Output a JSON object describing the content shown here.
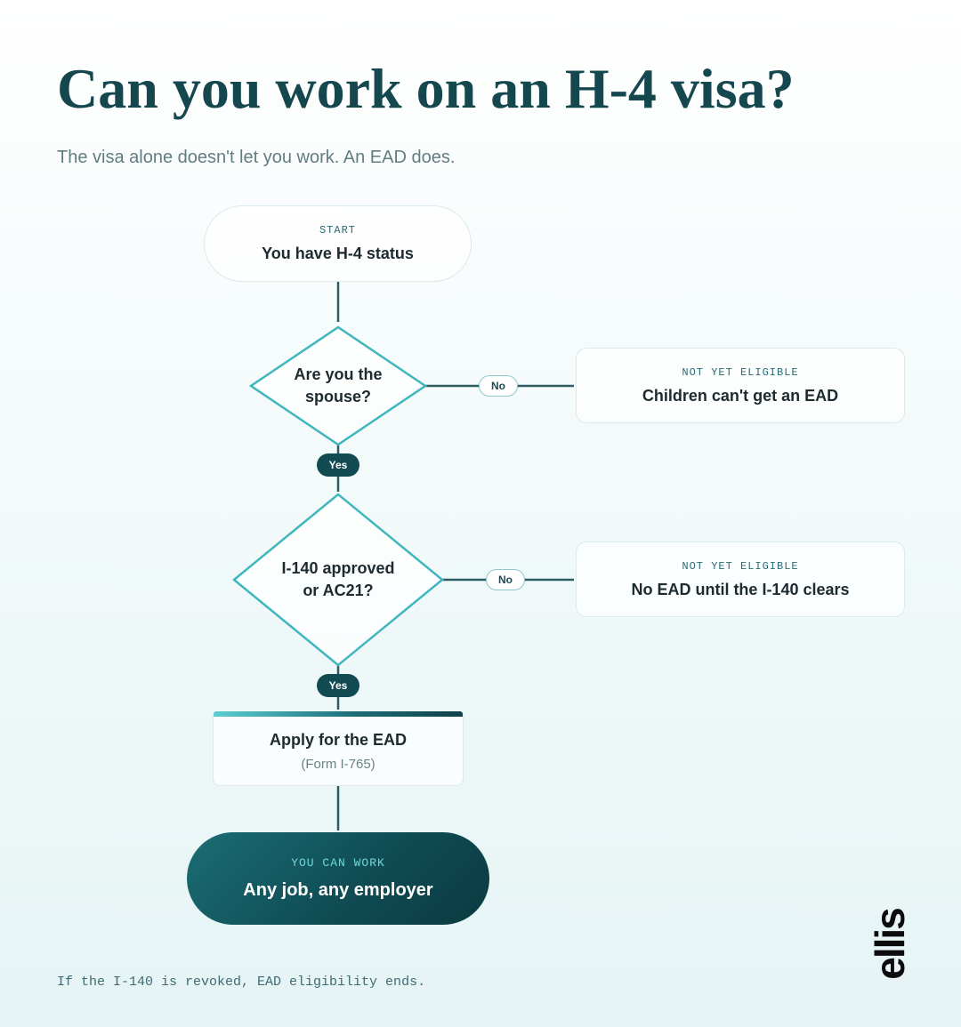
{
  "header": {
    "title": "Can you work on an H-4 visa?",
    "subtitle": "The visa alone doesn't let you work. An EAD does."
  },
  "flow": {
    "start": {
      "kicker": "START",
      "text": "You have H-4 status"
    },
    "decision1": {
      "line1": "Are you the",
      "line2": "spouse?"
    },
    "decision1_no": {
      "label": "No",
      "kicker": "NOT YET ELIGIBLE",
      "text": "Children can't get an EAD"
    },
    "decision1_yes": "Yes",
    "decision2": {
      "line1": "I-140 approved",
      "line2": "or AC21?"
    },
    "decision2_no": {
      "label": "No",
      "kicker": "NOT YET ELIGIBLE",
      "text": "No EAD until the I-140 clears"
    },
    "decision2_yes": "Yes",
    "apply": {
      "text": "Apply for the EAD",
      "sub": "(Form I-765)"
    },
    "end": {
      "kicker": "YOU CAN WORK",
      "text": "Any job, any employer"
    }
  },
  "footer": {
    "note": "If the I-140 is revoked, EAD eligibility ends.",
    "logo": "ellis"
  },
  "colors": {
    "accent": "#3fb6bd",
    "dark_teal": "#124a52",
    "title": "#15474f",
    "connector": "#2e5c63"
  }
}
